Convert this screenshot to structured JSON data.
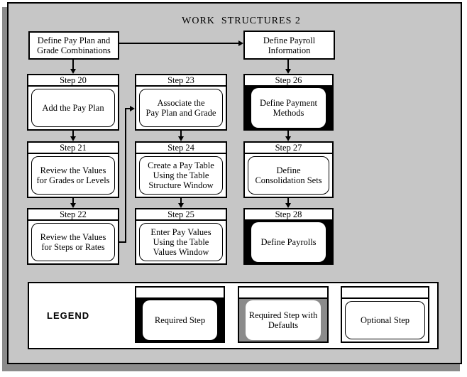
{
  "title": "WORK  STRUCTURES 2",
  "headers": {
    "pay_plan": "Define Pay Plan and\nGrade Combinations",
    "payroll": "Define Payroll\nInformation"
  },
  "steps": [
    {
      "step": "Step 20",
      "label": "Add the Pay Plan",
      "type": "optional"
    },
    {
      "step": "Step 21",
      "label": "Review the Values\nfor Grades or Levels",
      "type": "optional"
    },
    {
      "step": "Step 22",
      "label": "Review the Values\nfor Steps or Rates",
      "type": "optional"
    },
    {
      "step": "Step 23",
      "label": "Associate the\nPay Plan and Grade",
      "type": "optional"
    },
    {
      "step": "Step 24",
      "label": "Create a Pay Table\nUsing the Table\nStructure Window",
      "type": "optional"
    },
    {
      "step": "Step 25",
      "label": "Enter Pay Values\nUsing the Table\nValues Window",
      "type": "optional"
    },
    {
      "step": "Step 26",
      "label": "Define Payment\nMethods",
      "type": "required"
    },
    {
      "step": "Step 27",
      "label": "Define\nConsolidation Sets",
      "type": "optional"
    },
    {
      "step": "Step 28",
      "label": "Define Payrolls",
      "type": "required"
    }
  ],
  "legend": {
    "title": "LEGEND",
    "items": [
      {
        "label": "Required Step",
        "type": "required"
      },
      {
        "label": "Required Step with\nDefaults",
        "type": "required-with-defaults"
      },
      {
        "label": "Optional Step",
        "type": "optional"
      }
    ]
  },
  "colors": {
    "panel_background": "#c6c6c6",
    "drop_shadow": "#8b8b8b",
    "required_fill": "#000000",
    "defaults_fill": "#8b8b8b",
    "box_fill": "#ffffff",
    "line": "#000000"
  }
}
